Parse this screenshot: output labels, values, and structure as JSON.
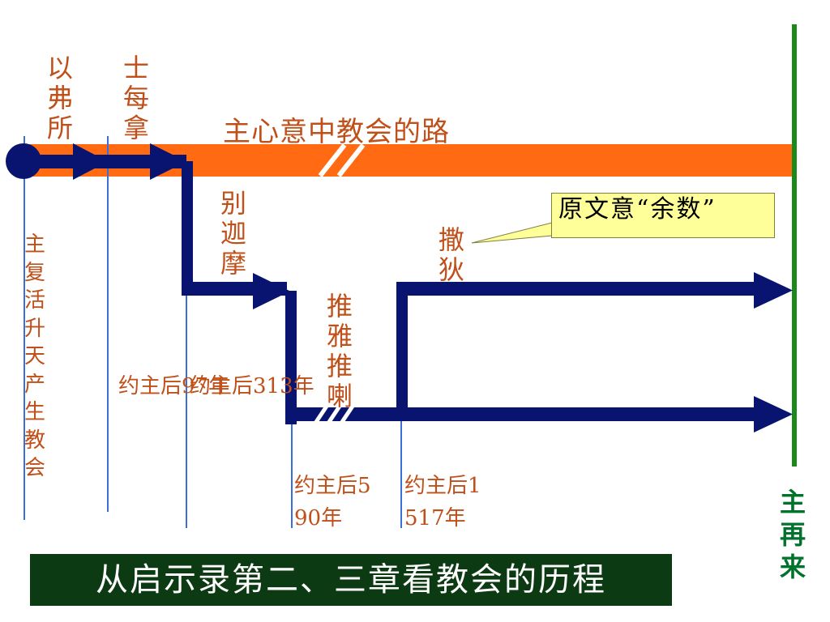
{
  "colors": {
    "orange_road": "#ff6a13",
    "navy_path": "#081470",
    "green_line": "#1a8a1a",
    "thin_lines": "#3a6fd8",
    "label_text": "#c0501a",
    "banner_bg": "#0c3a12",
    "callout_bg": "#ffff99"
  },
  "road_label": "主心意中教会的路",
  "churches": {
    "ephesus": "以弗所",
    "smyrna": "士每拿",
    "pergamos": "别迦摩",
    "thyatira": "推雅推喇",
    "sardis": "撒狄"
  },
  "dates": {
    "ad97": "约主后97年",
    "ad313": "约主后313年",
    "ad590": "约主后590年",
    "ad1517": "约主后1517年"
  },
  "left_vertical": "主复活升天产生教会",
  "second_coming": "主再来",
  "callout": "原文意“余数”",
  "banner": "从启示录第二、三章看教会的历程",
  "icons": {
    "start_dot": "circle-dot-icon",
    "arrows": "arrow-right-icon",
    "breaks": "double-slash-break-icon"
  }
}
